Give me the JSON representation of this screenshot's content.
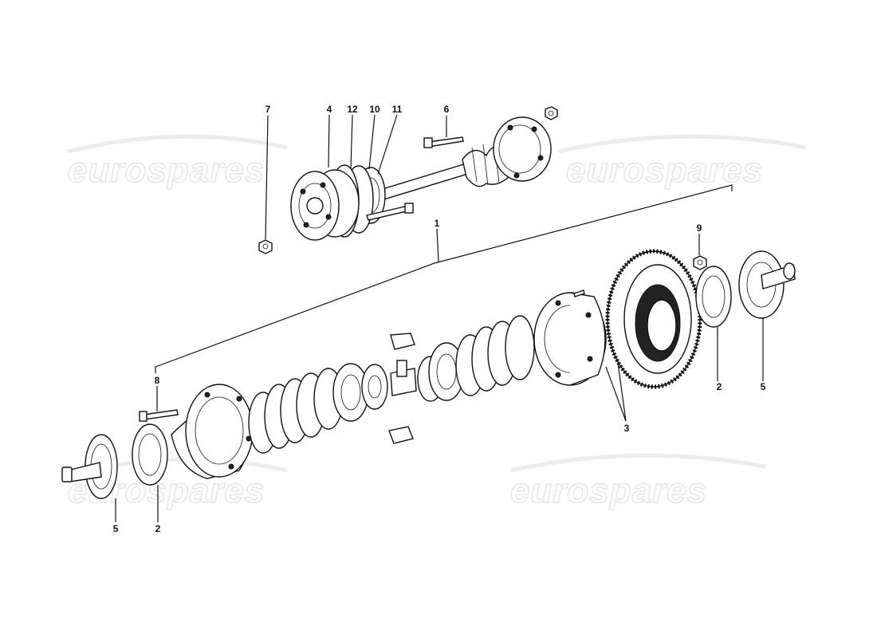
{
  "watermarks": [
    {
      "text": "eurospares"
    },
    {
      "text": "eurospares"
    },
    {
      "text": "eurospares"
    },
    {
      "text": "eurospares"
    }
  ],
  "callouts": {
    "c7": "7",
    "c4": "4",
    "c12": "12",
    "c10": "10",
    "c11": "11",
    "c6": "6",
    "c1": "1",
    "c9": "9",
    "c8": "8",
    "c3": "3",
    "c2_right": "2",
    "c5_right": "5",
    "c5_left": "5",
    "c2_left": "2"
  }
}
